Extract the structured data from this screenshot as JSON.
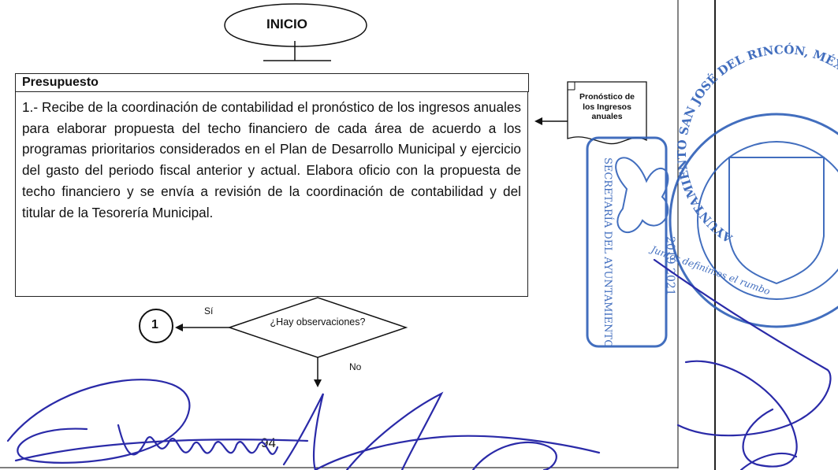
{
  "start": {
    "label": "INICIO"
  },
  "section": {
    "title": "Presupuesto",
    "step_text": "1.- Recibe de la coordinación de contabilidad el pronóstico de los ingresos anuales para elaborar propuesta del techo financiero de cada área de acuerdo a los programas prioritarios considerados en el Plan de Desarrollo Municipal y ejercicio del gasto del periodo fiscal anterior y actual. Elabora oficio con la propuesta de techo financiero y se envía a revisión de la coordinación de contabilidad y del titular de la Tesorería Municipal."
  },
  "document": {
    "label": "Pronóstico de los Ingresos anuales"
  },
  "decision": {
    "question": "¿Hay observaciones?",
    "yes_label": "Sí",
    "no_label": "No"
  },
  "connector": {
    "label": "1"
  },
  "page_number": "94",
  "seal": {
    "ring_text": "AYUNTAMIENTO SAN JOSÉ DEL RINCÓN, MÉX.",
    "inner_text": "SECRETARÍA DEL AYUNTAMIENTO",
    "years": "2019 2021",
    "motto": "Juntos definimos el rumbo"
  },
  "colors": {
    "stamp": "#2e5fb8",
    "signature": "#2a2aa8",
    "line": "#222222"
  }
}
